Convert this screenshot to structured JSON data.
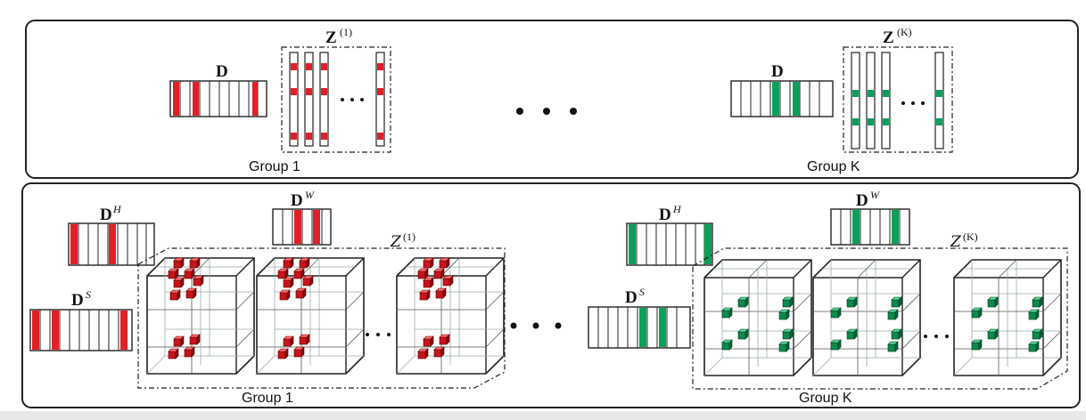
{
  "top_panel": {
    "group1": {
      "dict_label": "D",
      "z_label": "Z",
      "z_sup": "(1)",
      "caption": "Group 1",
      "color": "#e11f26"
    },
    "groupK": {
      "dict_label": "D",
      "z_label": "Z",
      "z_sup": "(K)",
      "caption": "Group K",
      "color": "#0aa05a"
    }
  },
  "bottom_panel": {
    "group1": {
      "dh_label": "D",
      "dh_sup": "H",
      "dw_label": "D",
      "dw_sup": "W",
      "ds_label": "D",
      "ds_sup": "S",
      "z_label": "Z",
      "z_sup": "(1)",
      "caption": "Group 1",
      "color": "#e11f26"
    },
    "groupK": {
      "dh_label": "D",
      "dh_sup": "H",
      "dw_label": "D",
      "dw_sup": "W",
      "ds_label": "D",
      "ds_sup": "S",
      "z_label": "Z",
      "z_sup": "(K)",
      "caption": "Group K",
      "color": "#0aa05a"
    }
  }
}
